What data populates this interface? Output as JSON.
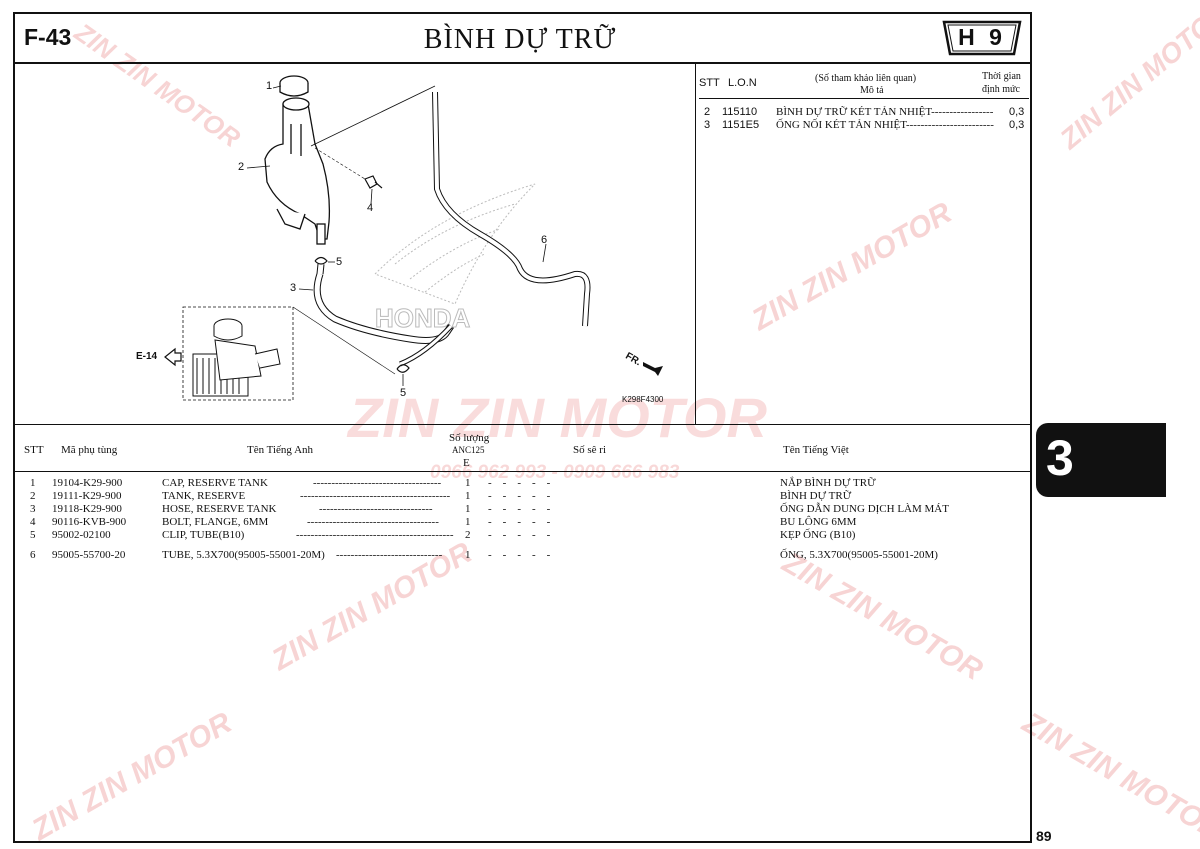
{
  "header": {
    "figure_code": "F-43",
    "title": "BÌNH DỰ TRỮ",
    "page_code": "H 9"
  },
  "diagram": {
    "callouts": [
      "1",
      "2",
      "3",
      "4",
      "5",
      "5",
      "6"
    ],
    "ref_arrow": "E-14",
    "direction_label": "FR.",
    "drawing_code": "K298F4300",
    "background_logo_text": "HONDA"
  },
  "upper_table": {
    "headers": {
      "stt": "STT",
      "lon": "L.O.N",
      "ref_top": "(Số tham khảo liên quan)",
      "ref_bottom": "Mô tả",
      "time_top": "Thời gian",
      "time_bottom": "định mức"
    },
    "rows": [
      {
        "stt": "2",
        "lon": "115110",
        "desc": "BÌNH DỰ TRỮ KÉT TẢN NHIỆT-----------------",
        "time": "0,3"
      },
      {
        "stt": "3",
        "lon": "1151E5",
        "desc": "ỐNG NỐI KÉT TẢN NHIỆT------------------------",
        "time": "0,3"
      }
    ]
  },
  "parts_table": {
    "headers": {
      "stt": "STT",
      "part_no": "Mã phụ tùng",
      "name_en": "Tên Tiếng Anh",
      "qty": "Số lượng",
      "model": "ANC125",
      "variant": "E",
      "serial": "Số sê ri",
      "name_vi": "Tên Tiếng Việt"
    },
    "rows": [
      {
        "stt": "1",
        "part_no": "19104-K29-900",
        "name_en": "CAP, RESERVE TANK",
        "dashes": "-----------------------------------",
        "qty": "1",
        "cols": "-    -    -    -    -",
        "name_vi": "NẮP BÌNH DỰ TRỮ"
      },
      {
        "stt": "2",
        "part_no": "19111-K29-900",
        "name_en": "TANK, RESERVE",
        "dashes": "-----------------------------------------",
        "qty": "1",
        "cols": "-    -    -    -    -",
        "name_vi": "BÌNH DỰ TRỮ"
      },
      {
        "stt": "3",
        "part_no": "19118-K29-900",
        "name_en": "HOSE, RESERVE TANK",
        "dashes": "-------------------------------",
        "qty": "1",
        "cols": "-    -    -    -    -",
        "name_vi": "ỐNG DẪN DUNG DỊCH LÀM MÁT"
      },
      {
        "stt": "4",
        "part_no": "90116-KVB-900",
        "name_en": "BOLT, FLANGE, 6MM",
        "dashes": "------------------------------------",
        "qty": "1",
        "cols": "-    -    -    -    -",
        "name_vi": "BU LÔNG 6MM"
      },
      {
        "stt": "5",
        "part_no": "95002-02100",
        "name_en": "CLIP, TUBE(B10)",
        "dashes": "-------------------------------------------",
        "qty": "2",
        "cols": "-    -    -    -    -",
        "name_vi": "KẸP ỐNG (B10)"
      },
      {
        "stt": "6",
        "part_no": "95005-55700-20",
        "name_en": "TUBE, 5.3X700(95005-55001-20M)",
        "dashes": "-----------------------------",
        "qty": "1",
        "cols": "-    -    -    -    -",
        "name_vi": "ỐNG, 5.3X700(95005-55001-20M)"
      }
    ]
  },
  "section_tab": "3",
  "page_number": "89",
  "watermark": {
    "brand": "ZIN ZIN MOTOR",
    "phones": "0966 962 993 - 0909 666 983"
  }
}
